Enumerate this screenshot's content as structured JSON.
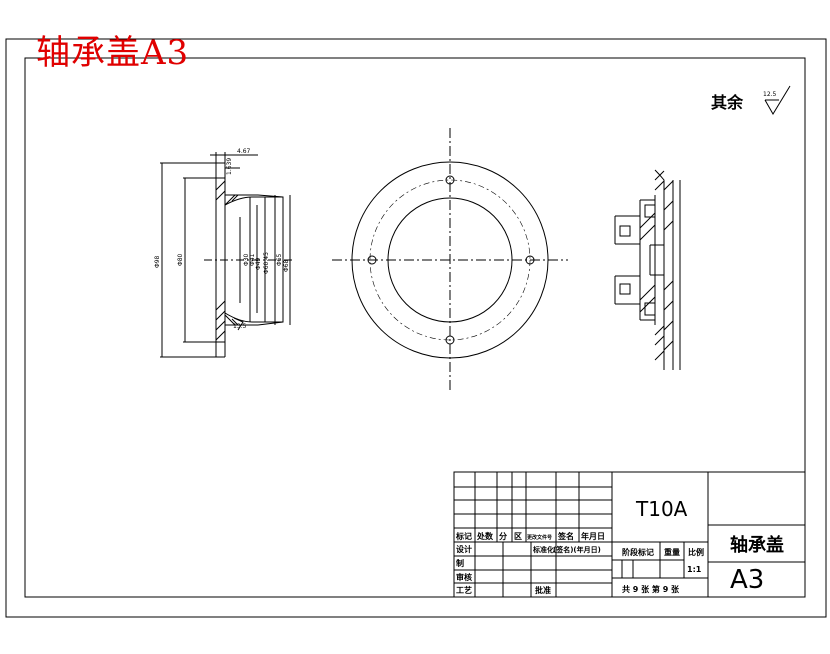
{
  "stamp_title": "轴承盖A3",
  "roughness": {
    "label": "其余",
    "value": "12.5"
  },
  "dimensions": {
    "top_width": "4.67",
    "top_small": "1.639",
    "outer_left": "Φ98",
    "inner_left": "Φ80",
    "d1": "Φ30",
    "d2": "Φ41",
    "d3": "Φ49",
    "d4": "Φ60.45",
    "d5": "Φ65",
    "d6": "Φ68",
    "bottom_note": "13.5"
  },
  "title_block": {
    "part_code": "T10A",
    "part_name": "轴承盖",
    "sheet_size": "A3",
    "scale": "1:1",
    "sheet_info": "共 9 张 第 9 张",
    "row_headers": [
      "标记",
      "处数",
      "分",
      "区",
      "更改文件号",
      "签名",
      "年月日"
    ],
    "labels": {
      "design": "设计",
      "standardization": "标准化",
      "signature_date": "(签名)(年月日)",
      "check": "制",
      "audit": "审核",
      "process": "工艺",
      "approve": "批准",
      "stage_marks": "阶段标记",
      "weight": "重量",
      "ratio": "比例"
    }
  }
}
